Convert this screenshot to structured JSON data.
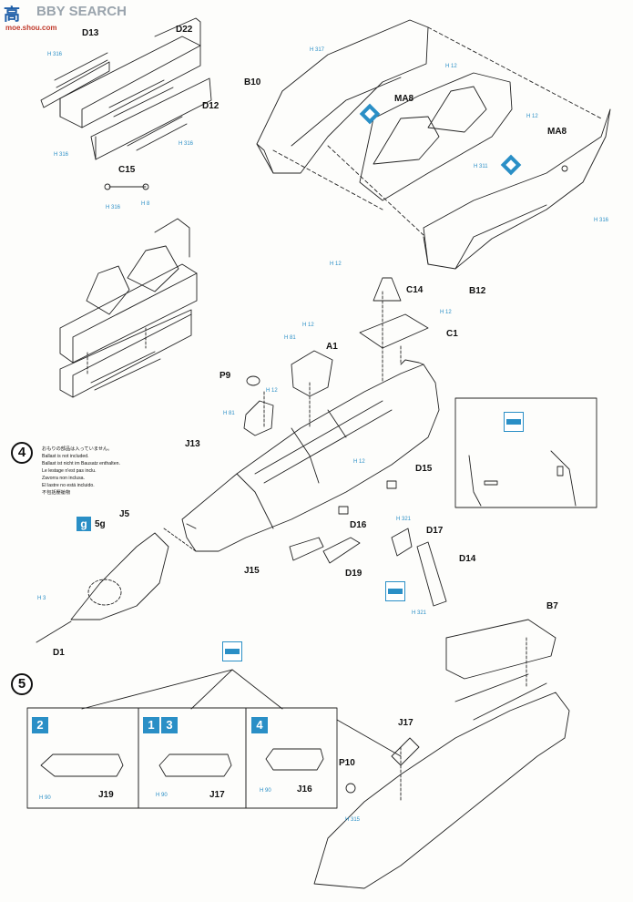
{
  "watermark": {
    "logo": "高",
    "site_text": "BBY SEARCH",
    "url": "moe.shou.com"
  },
  "steps": {
    "four": "4",
    "five": "5"
  },
  "ballast_notes": [
    "おもりの部品は入っていません。",
    "Ballast is not included.",
    "Ballast ist nicht im Bausatz enthalten.",
    "Le lestage n'est pas inclu.",
    "Zavorra non inclusa.",
    "El lastre no está incluido.",
    "不包括壓艙物"
  ],
  "weight_badge": {
    "symbol": "g",
    "value": "5g"
  },
  "parts": {
    "D13": "D13",
    "D22": "D22",
    "D12": "D12",
    "C15": "C15",
    "B10": "B10",
    "MA8_a": "MA8",
    "MA8_b": "MA8",
    "B12": "B12",
    "C14": "C14",
    "C1": "C1",
    "A1": "A1",
    "P9": "P9",
    "J13": "J13",
    "J5": "J5",
    "D1": "D1",
    "D15": "D15",
    "D16": "D16",
    "D17": "D17",
    "D14": "D14",
    "J15": "J15",
    "D19": "D19",
    "B7": "B7",
    "J17_a": "J17",
    "P10": "P10",
    "J19": "J19",
    "J17_b": "J17",
    "J16": "J16"
  },
  "colors": {
    "H316_a": "H 316",
    "H316_b": "H 316",
    "H316_c": "H 316",
    "H316_d": "H 316",
    "H316_e": "H 316",
    "H8": "H 8",
    "H317": "H 317",
    "H12_a": "H 12",
    "H12_b": "H 12",
    "H12_c": "H 12",
    "H12_d": "H 12",
    "H12_e": "H 12",
    "H12_f": "H 12",
    "H12_g": "H 12",
    "H311": "H 311",
    "H81_a": "H 81",
    "H81_b": "H 81",
    "H3": "H 3",
    "H321_a": "H 321",
    "H321_b": "H 321",
    "H315": "H 315",
    "H90_a": "H 90",
    "H90_b": "H 90",
    "H90_c": "H 90"
  },
  "panels": {
    "p1": "2",
    "p2a": "1",
    "p2b": "3",
    "p3": "4"
  },
  "accent": "#2a8fc6"
}
